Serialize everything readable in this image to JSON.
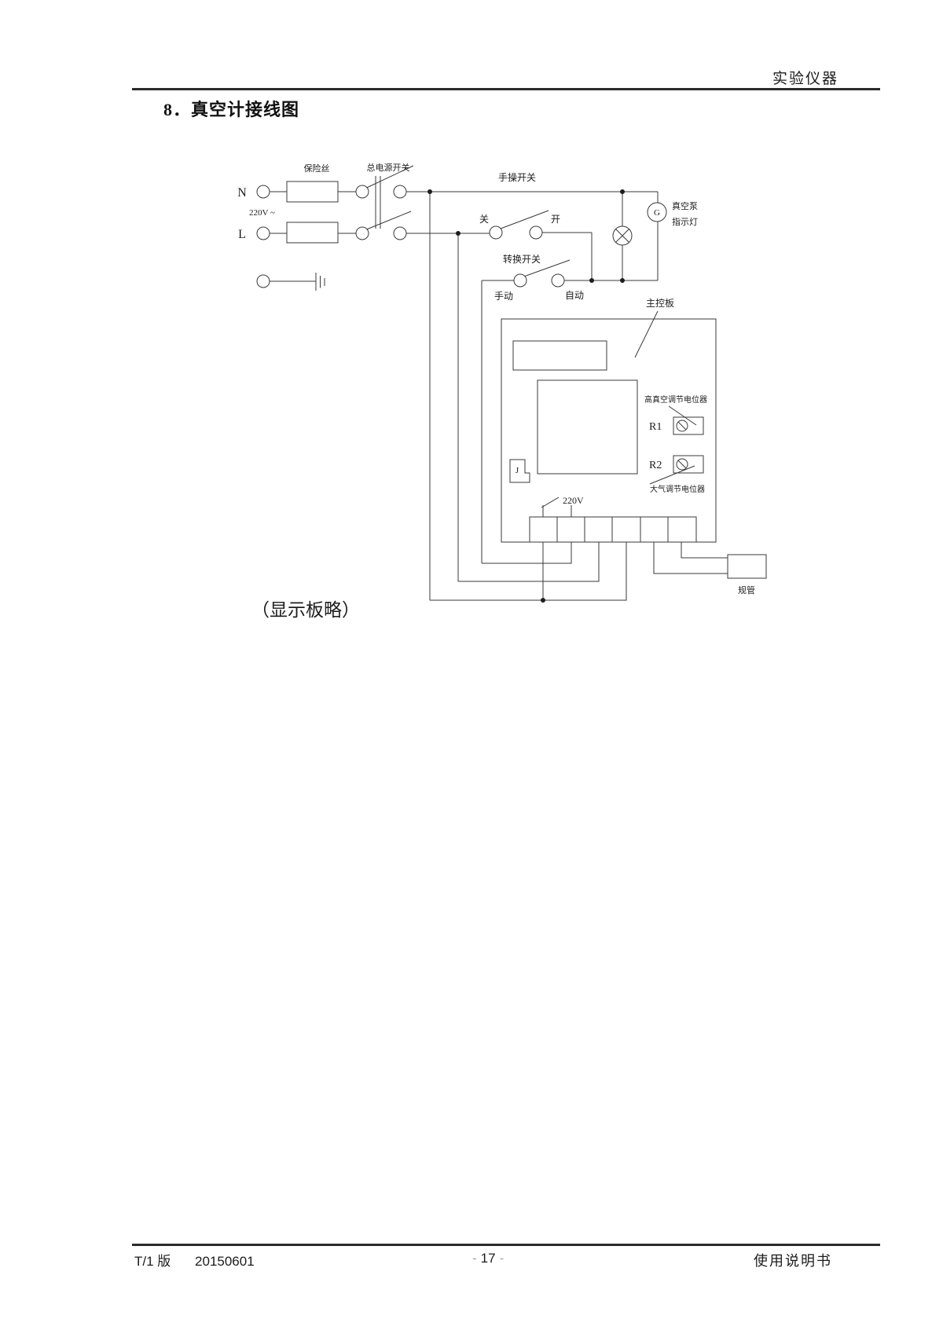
{
  "header": {
    "label": "实验仪器"
  },
  "section": {
    "title": "8．真空计接线图"
  },
  "diagram": {
    "power": {
      "n": "N",
      "l": "L",
      "voltage_in": "220V ~",
      "fuse": "保险丝",
      "main_switch": "总电源开关"
    },
    "switches": {
      "manual_switch": "手操开关",
      "off": "关",
      "on": "开",
      "transfer_switch": "转换开关",
      "manual": "手动",
      "auto": "自动"
    },
    "indicator": {
      "g": "G",
      "line1": "真空泵",
      "line2": "指示灯"
    },
    "board": {
      "label": "主控板",
      "hv_pot": "高真空调节电位器",
      "r1": "R1",
      "r2": "R2",
      "atm_pot": "大气调节电位器",
      "relay": "J",
      "voltage": "220V"
    },
    "gauge_tube": "规管",
    "note": "（显示板略）"
  },
  "footer": {
    "version": "T/1 版",
    "date": "20150601",
    "page_dash": "-",
    "page_number": "17",
    "doc_name": "使用说明书"
  }
}
